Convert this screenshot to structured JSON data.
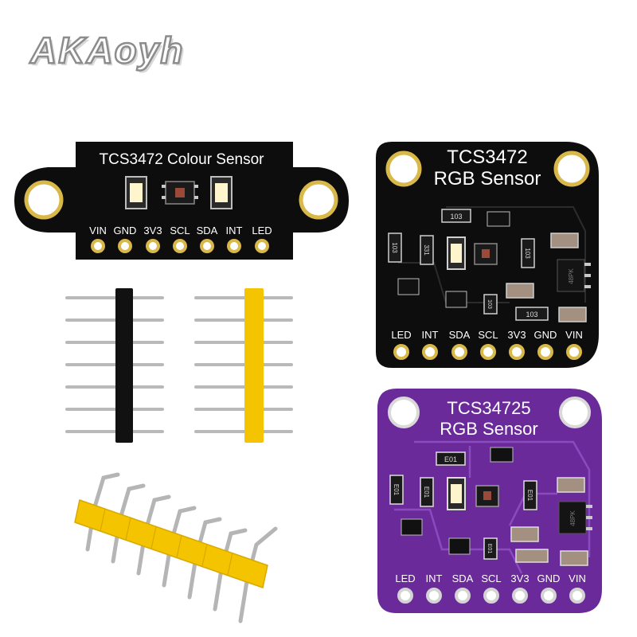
{
  "brand": {
    "logo_text": "AKAoyh"
  },
  "colors": {
    "black_pcb": "#0d0d0d",
    "purple_pcb": "#6a2a9a",
    "gold_pad": "#d9b84a",
    "header_yellow": "#f5c400",
    "header_black": "#111111",
    "pin_silver": "#b9b9b9"
  },
  "boards": {
    "strip": {
      "title": "TCS3472 Colour Sensor",
      "pins": [
        "VIN",
        "GND",
        "3V3",
        "SCL",
        "SDA",
        "INT",
        "LED"
      ]
    },
    "square_black": {
      "title_line1": "TCS3472",
      "title_line2": "RGB Sensor",
      "pins": [
        "LED",
        "INT",
        "SDA",
        "SCL",
        "3V3",
        "GND",
        "VIN"
      ],
      "component_codes": [
        "103",
        "103",
        "331",
        "103",
        "103",
        "103"
      ],
      "ic_marking": "48PK"
    },
    "square_purple": {
      "title_line1": "TCS34725",
      "title_line2": "RGB Sensor",
      "pins": [
        "LED",
        "INT",
        "SDA",
        "SCL",
        "3V3",
        "GND",
        "VIN"
      ],
      "component_codes": [
        "E01",
        "E01",
        "E01",
        "E01",
        "E01"
      ],
      "ic_marking": "48PK"
    }
  }
}
